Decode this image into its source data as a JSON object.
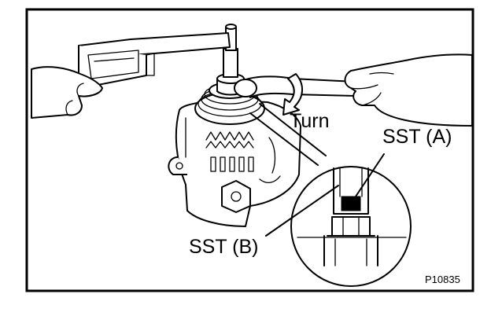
{
  "labels": {
    "turn": "Turn",
    "sst_a": "SST (A)",
    "sst_b": "SST (B)",
    "figure_code": "P10835"
  },
  "colors": {
    "ink": "#000000",
    "paper": "#ffffff"
  },
  "icons": {
    "rotation_arrow": "curved-arrow-icon"
  }
}
